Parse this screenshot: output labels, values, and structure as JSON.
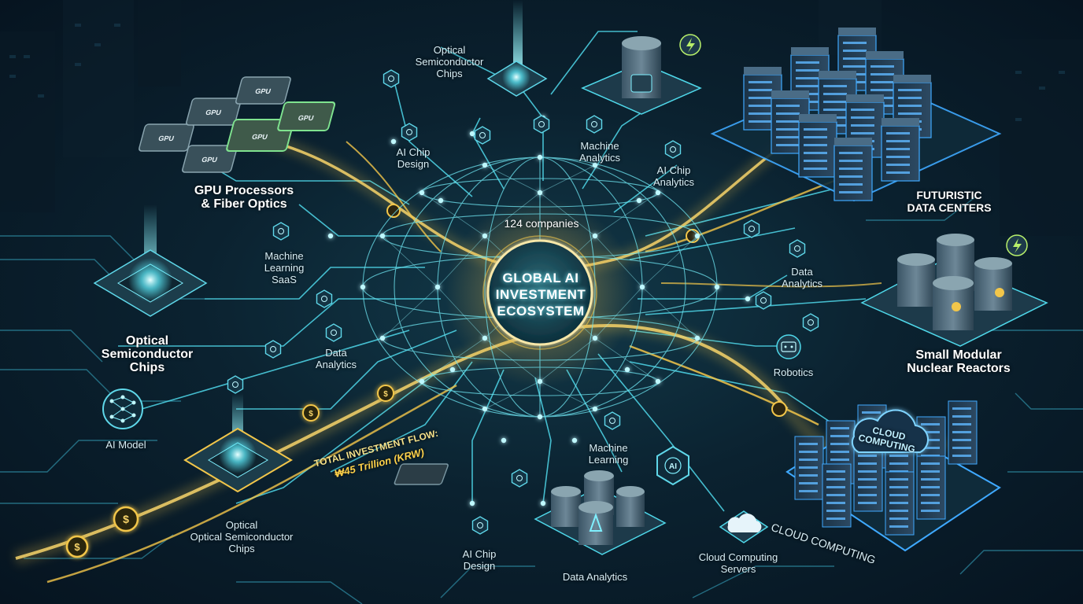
{
  "center": {
    "title": "GLOBAL AI\nINVESTMENT\nECOSYSTEM",
    "company_count": "124 companies"
  },
  "investment_flow": {
    "title": "TOTAL INVESTMENT FLOW:",
    "value": "₩45 Trillion (KRW)"
  },
  "gpu_chip_label": "GPU",
  "nodes": {
    "gpu_processors": "GPU Processors\n& Fiber Optics",
    "optical_chips_top": "Optical\nSemiconductor\nChips",
    "ai_chip_design_top": "AI Chip\nDesign",
    "machine_analytics": "Machine\nAnalytics",
    "ai_chip_analytics": "AI Chip\nAnalytics",
    "data_centers": "FUTURISTIC\nDATA CENTERS",
    "ml_saas": "Machine\nLearning\nSaaS",
    "optical_chips_left": "Optical\nSemiconductor\nChips",
    "data_analytics_left": "Data\nAnalytics",
    "data_analytics_right": "Data\nAnalytics",
    "robotics": "Robotics",
    "smr": "Small Modular\nNuclear Reactors",
    "ai_model": "AI Model",
    "optical_chips_bottom": "Optical\nOptical Semiconductor\nChips",
    "ai_chip_design_bottom": "AI Chip\nDesign",
    "machine_learning": "Machine\nLearning",
    "data_analytics_bottom": "Data Analytics",
    "cloud_servers": "Cloud Computing\nServers",
    "cloud_computing": "CLOUD COMPUTING",
    "cloud_sign": "CLOUD\nCOMPUTING",
    "ai_badge": "AI"
  },
  "colors": {
    "background": "#0b2230",
    "circuit": "#2f8fa6",
    "gold_flow": "#f2c64a",
    "globe_line": "#6fe6f2",
    "node_glow": "#bff8ff",
    "server_glow": "#3fa9ff"
  },
  "icons": [
    "gpu-chip-icon",
    "optical-chip-icon",
    "reactor-icon",
    "server-rack-icon",
    "cloud-icon",
    "neural-net-icon",
    "coin-icon",
    "lightning-icon",
    "robot-icon",
    "hexagon-node-icon"
  ]
}
